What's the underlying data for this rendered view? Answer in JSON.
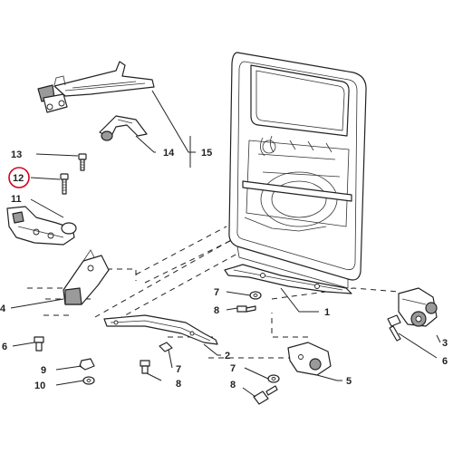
{
  "diagram": {
    "highlight_color": "#d0021b",
    "line_color": "#222222",
    "callouts": {
      "c1": "1",
      "c2": "2",
      "c3": "3",
      "c4": "4",
      "c5": "5",
      "c6_left": "6",
      "c6_right": "6",
      "c7_top": "7",
      "c7_mid": "7",
      "c7_low": "7",
      "c8_top": "8",
      "c8_mid": "8",
      "c8_low": "8",
      "c9": "9",
      "c10": "10",
      "c11": "11",
      "c12": "12",
      "c13": "13",
      "c14": "14",
      "c15": "15"
    },
    "highlighted_callout": "12"
  }
}
